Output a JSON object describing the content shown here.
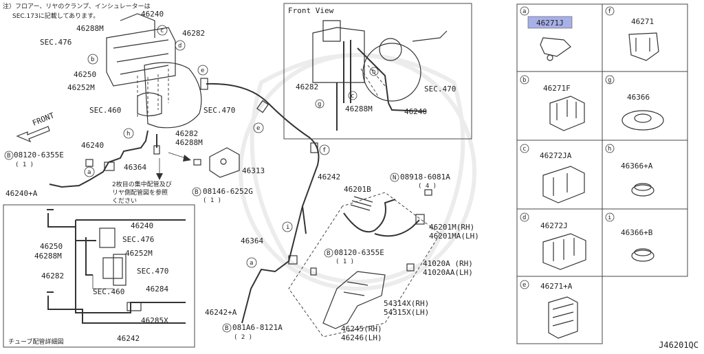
{
  "diagram_code": "J46201QC",
  "note_text": [
    "注）フロアー、リヤのクランプ、インシュレーターは",
    "SEC.173に記載してあります。"
  ],
  "front_view_title": "Front View",
  "front_label": "FRONT",
  "detail_note": [
    "2枚目の集中配管及び",
    "リヤ側配管図を参照",
    "ください"
  ],
  "tube_detail_title": "チューブ配管詳細図",
  "main_labels": {
    "l46240_top": "46240",
    "l46288M_a": "46288M",
    "l46282_a": "46282",
    "sec476_a": "SEC.476",
    "l46250_a": "46250",
    "l46252M_a": "46252M",
    "sec460_a": "SEC.460",
    "sec470_a": "SEC.470",
    "l46282_b": "46282",
    "l46288M_b": "46288M",
    "l46240_b": "46240",
    "bolt1": "08120-6355E",
    "bolt1_q": "( 1 )",
    "l46364_a": "46364",
    "l46240A": "46240+A",
    "l46313": "46313",
    "bolt2": "08146-6252G",
    "bolt2_q": "( 1 )",
    "l46242": "46242",
    "l46201B": "46201B",
    "nut": "08918-6081A",
    "nut_q": "( 4 )",
    "l46201M": "46201M(RH)",
    "l46201MA": "46201MA(LH)",
    "l46364_b": "46364",
    "bolt3": "08120-6355E",
    "bolt3_q": "( 1 )",
    "l41020A": "41020A  (RH)",
    "l41020AA": "41020AA(LH)",
    "l54314X": "54314X(RH)",
    "l54315X": "54315X(LH)",
    "l46242A": "46242+A",
    "bolt4": "081A6-8121A",
    "bolt4_q": "( 2 )",
    "l46245H": "46245(RH)",
    "l46246H": "46246(LH)"
  },
  "front_view_labels": {
    "l46282": "46282",
    "l46288M": "46288M",
    "l46240": "46240",
    "sec470": "SEC.470"
  },
  "detail_labels": {
    "l46240": "46240",
    "sec476": "SEC.476",
    "l46250": "46250",
    "l46288M": "46288M",
    "l46252M": "46252M",
    "sec470": "SEC.470",
    "l46282": "46282",
    "sec460": "SEC.460",
    "l46284": "46284",
    "l46285X": "46285X",
    "l46242": "46242"
  },
  "callouts": {
    "a": "a",
    "b": "b",
    "c": "c",
    "d": "d",
    "e": "e",
    "f": "f",
    "g": "g",
    "h": "h",
    "i": "i"
  },
  "bolt_mark": "B",
  "nut_mark": "N",
  "parts_panel": [
    {
      "key": "a",
      "part": "46271J",
      "highlighted": true
    },
    {
      "key": "f",
      "part": "46271",
      "highlighted": false
    },
    {
      "key": "b",
      "part": "46271F",
      "highlighted": false
    },
    {
      "key": "g",
      "part": "46366",
      "highlighted": false
    },
    {
      "key": "c",
      "part": "46272JA",
      "highlighted": false
    },
    {
      "key": "h",
      "part": "46366+A",
      "highlighted": false
    },
    {
      "key": "d",
      "part": "46272J",
      "highlighted": false
    },
    {
      "key": "i",
      "part": "46366+B",
      "highlighted": false
    },
    {
      "key": "e",
      "part": "46271+A",
      "highlighted": false
    }
  ],
  "colors": {
    "highlight": "#a8b0e8",
    "line": "#333333"
  }
}
